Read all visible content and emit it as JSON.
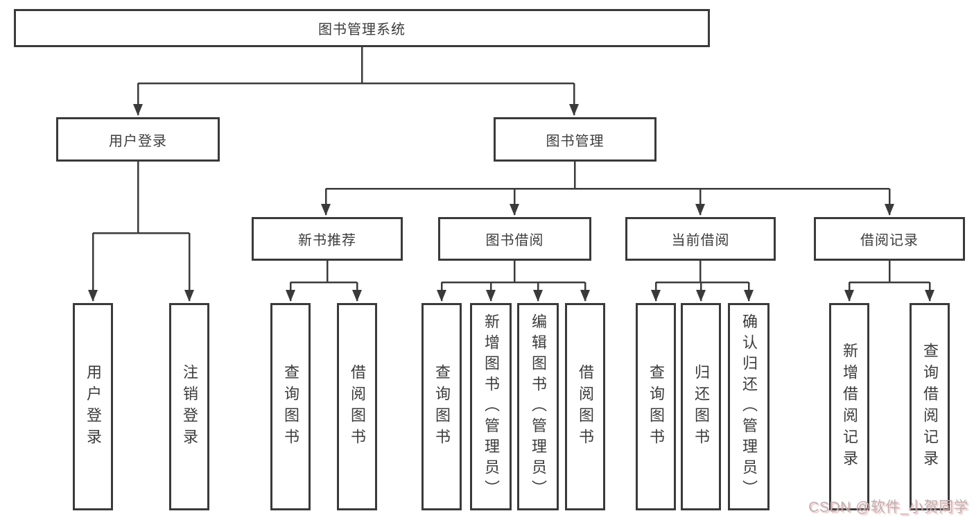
{
  "tree": {
    "root": "图书管理系统",
    "children": [
      {
        "label": "用户登录",
        "children": [
          "用户登录",
          "注销登录"
        ]
      },
      {
        "label": "图书管理",
        "children": [
          {
            "label": "新书推荐",
            "children": [
              "查询图书",
              "借阅图书"
            ]
          },
          {
            "label": "图书借阅",
            "children": [
              "查询图书",
              "新增图书（管理员）",
              "编辑图书（管理员）",
              "借阅图书"
            ]
          },
          {
            "label": "当前借阅",
            "children": [
              "查询图书",
              "归还图书",
              "确认归还（管理员）"
            ]
          },
          {
            "label": "借阅记录",
            "children": [
              "新增借阅记录",
              "查询借阅记录"
            ]
          }
        ]
      }
    ]
  },
  "watermark": "CSDN @软件_小贺同学",
  "colors": {
    "line": "#3a3a3a",
    "box_border": "#3a3a3a",
    "box_fill": "#ffffff",
    "text": "#3c3c3c",
    "background": "#ffffff",
    "watermark_gray": "#b5b5b5",
    "watermark_red": "#fc5d5d"
  }
}
